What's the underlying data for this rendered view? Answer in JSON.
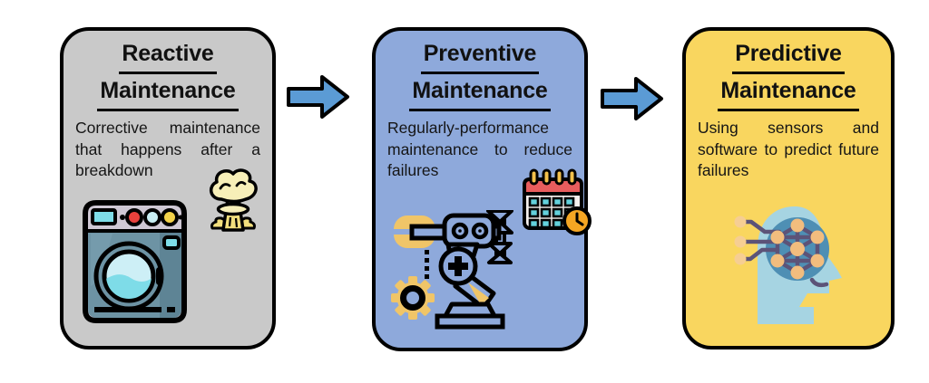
{
  "boxes": [
    {
      "id": "reactive",
      "title_line1": "Reactive",
      "title_line2": "Maintenance",
      "description": "Corrective maintenance that happens after a breakdown",
      "bg_color": "#C9C9C9",
      "icons": [
        "washing-machine-icon",
        "explosion-icon"
      ]
    },
    {
      "id": "preventive",
      "title_line1": "Preventive",
      "title_line2": "Maintenance",
      "description": "Regularly-performance maintenance to reduce failures",
      "bg_color": "#8EA9DB",
      "icons": [
        "robot-arm-icon",
        "gear-icon",
        "calendar-clock-icon"
      ]
    },
    {
      "id": "predictive",
      "title_line1": "Predictive",
      "title_line2": "Maintenance",
      "description": "Using sensors and software to predict future failures",
      "bg_color": "#F9D65F",
      "icons": [
        "ai-head-icon"
      ]
    }
  ],
  "arrows": [
    {
      "name": "arrow-reactive-to-preventive",
      "direction": "right",
      "fill": "#5B9BD5"
    },
    {
      "name": "arrow-preventive-to-predictive",
      "direction": "right",
      "fill": "#5B9BD5"
    }
  ],
  "colors": {
    "page_background": "#FFFFFF",
    "box_border": "#000000",
    "text": "#111111",
    "arrow_fill": "#5B9BD5",
    "reactive_bg": "#C9C9C9",
    "preventive_bg": "#8EA9DB",
    "predictive_bg": "#F9D65F"
  }
}
